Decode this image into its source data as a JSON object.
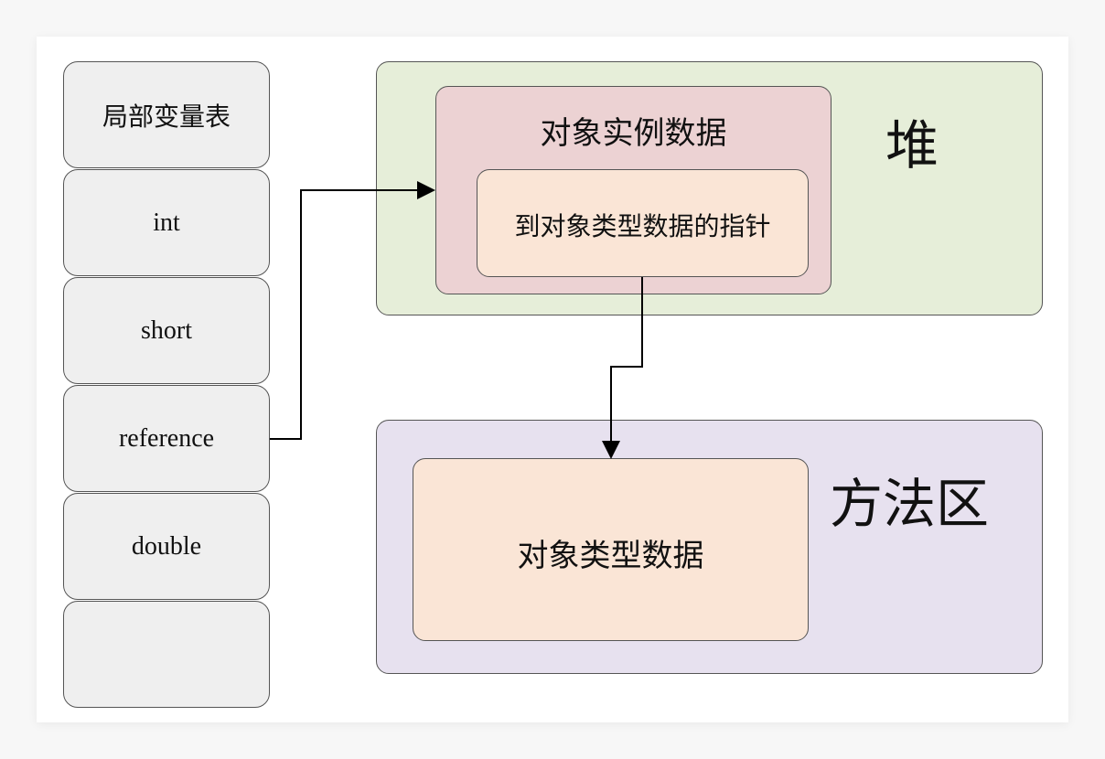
{
  "stack": {
    "cells": [
      "局部变量表",
      "int",
      "short",
      "reference",
      "double",
      ""
    ]
  },
  "heap": {
    "title": "堆",
    "instance": {
      "title": "对象实例数据",
      "pointer_label": "到对象类型数据的指针"
    }
  },
  "method_area": {
    "title": "方法区",
    "type_data_label": "对象类型数据"
  },
  "colors": {
    "stack_cell": "#efefef",
    "heap_bg": "#e6eed9",
    "method_bg": "#e7e1ef",
    "instance_bg": "#ecd2d3",
    "pointer_bg": "#fae5d6",
    "border": "#555555",
    "arrow": "#000000"
  }
}
